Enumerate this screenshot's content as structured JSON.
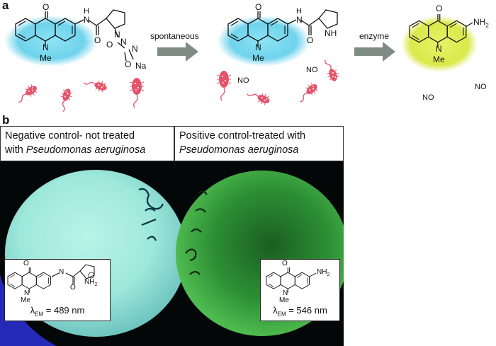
{
  "panels": {
    "a": {
      "letter": "a",
      "arrow1_label": "spontaneous",
      "arrow2_label": "enzyme",
      "molecule_labels": {
        "carbonyl_o": "O",
        "ring_n": "N",
        "methyl": "Me",
        "amide_h": "H",
        "amide_n": "N",
        "amide_o": "O",
        "pyrrolidine_n": "N",
        "nh": "NH",
        "nh2": "NH",
        "nh2_sub": "2",
        "na": "Na",
        "diazeniumdiolate_o": "O",
        "nitrogen": "N",
        "no_radical": "NO"
      },
      "colors": {
        "probe_glow": "#7fd8ee",
        "product_glow": "#e4f05a",
        "bacteria": "#e4546a",
        "arrow": "#7f8c86"
      }
    },
    "b": {
      "letter": "b",
      "negative_caption_line1": "Negative control- not treated",
      "negative_caption_line2_prefix": "with ",
      "negative_caption_line2_italic": "Pseudomonas aeruginosa",
      "positive_caption_line1": "Positive control-treated with",
      "positive_caption_line2_italic": "Pseudomonas aeruginosa",
      "lambda_left": "λ",
      "lambda_left_sub": "EM",
      "lambda_left_value": " = 489 nm",
      "lambda_right": "λ",
      "lambda_right_sub": "EM",
      "lambda_right_value": " = 546 nm",
      "colors": {
        "cyan_plate": "#9fe8dc",
        "green_plate": "#2f9e3a"
      }
    }
  }
}
